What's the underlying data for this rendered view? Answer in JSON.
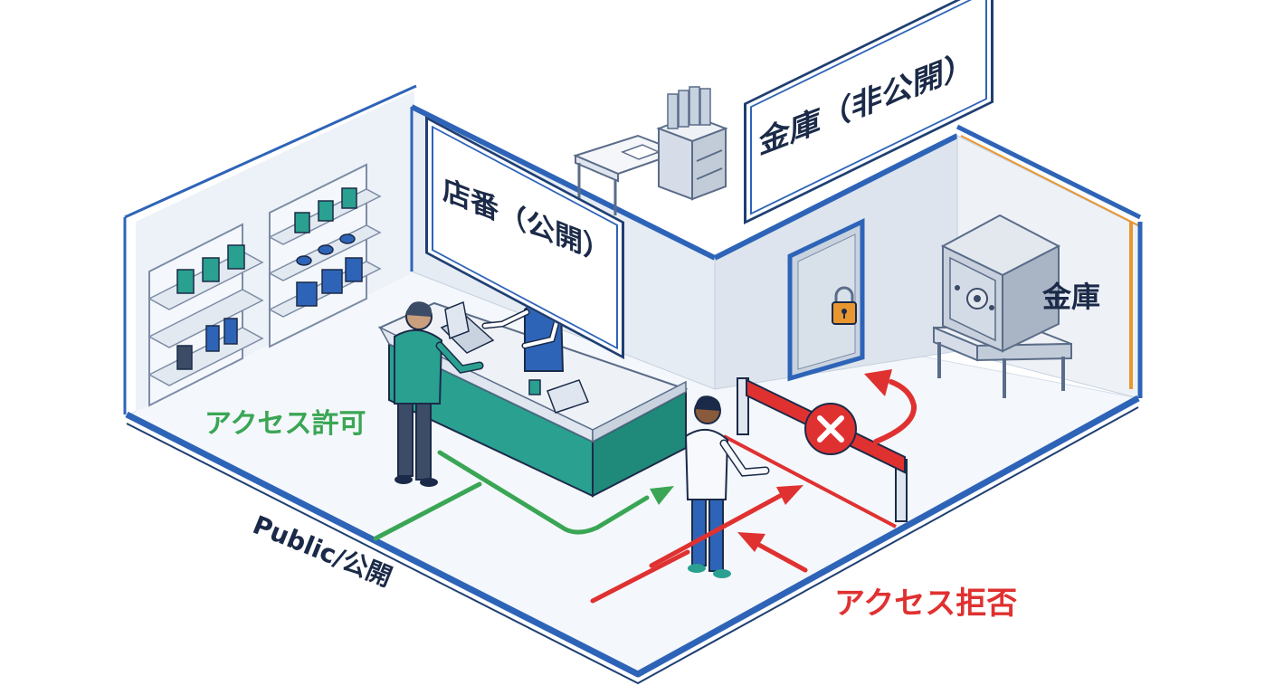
{
  "signs": {
    "shop": "店番（公開）",
    "safe_area": "金庫（非公開）"
  },
  "labels": {
    "safe": "金庫",
    "public": "Public/公開",
    "access_allowed": "アクセス許可",
    "access_denied": "アクセス拒否"
  },
  "colors": {
    "wall_blue": "#2e64b8",
    "allowed_green": "#3aa655",
    "denied_red": "#e03131",
    "counter_teal": "#2aa090",
    "lock_orange": "#e8962f"
  }
}
